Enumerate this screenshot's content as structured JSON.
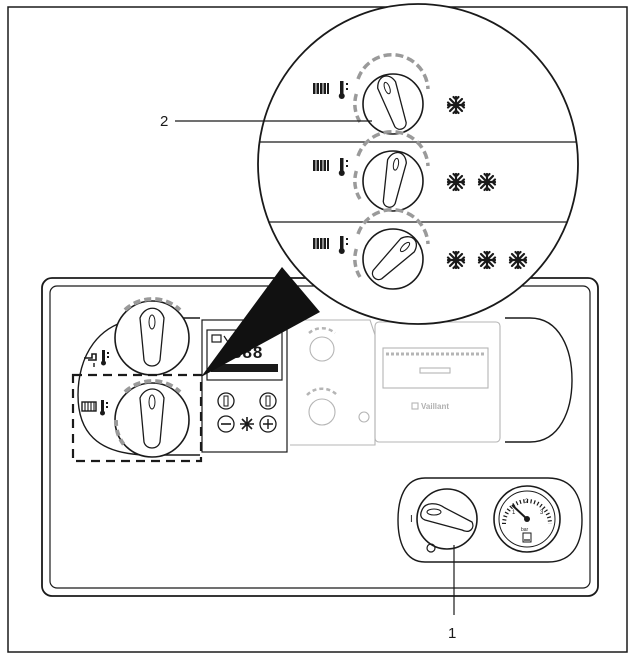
{
  "callouts": {
    "one": "1",
    "two": "2"
  },
  "display": {
    "digits": "888"
  },
  "gauge": {
    "ticks": [
      "1",
      "2",
      "3"
    ],
    "unit": "bar"
  },
  "brand": "Vaillant",
  "settings": [
    {
      "snowflakes": 1
    },
    {
      "snowflakes": 2
    },
    {
      "snowflakes": 3
    }
  ],
  "colors": {
    "line": "#1a1a1a",
    "grey": "#9a9a9a",
    "light": "#cfcfcf"
  }
}
